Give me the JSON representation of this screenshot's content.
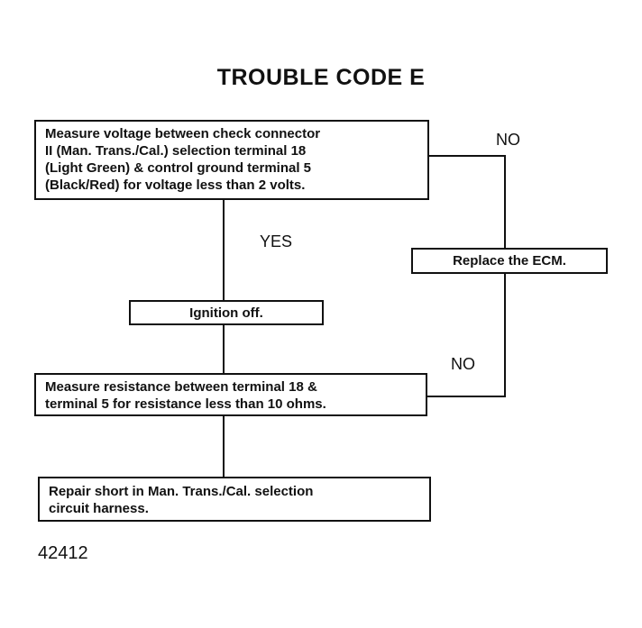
{
  "title": "TROUBLE CODE E",
  "boxes": {
    "measure_voltage": "Measure voltage between check connector\nII (Man. Trans./Cal.) selection terminal 18\n(Light Green) & control ground terminal 5\n(Black/Red) for voltage less than 2 volts.",
    "replace_ecm": "Replace the ECM.",
    "ignition_off": "Ignition off.",
    "measure_resistance": "Measure resistance between terminal 18 &\nterminal 5 for resistance less than 10 ohms.",
    "repair_short": "Repair short in Man. Trans./Cal. selection\ncircuit harness."
  },
  "labels": {
    "no_top": "NO",
    "yes": "YES",
    "no_bottom": "NO"
  },
  "figure_number": "42412"
}
